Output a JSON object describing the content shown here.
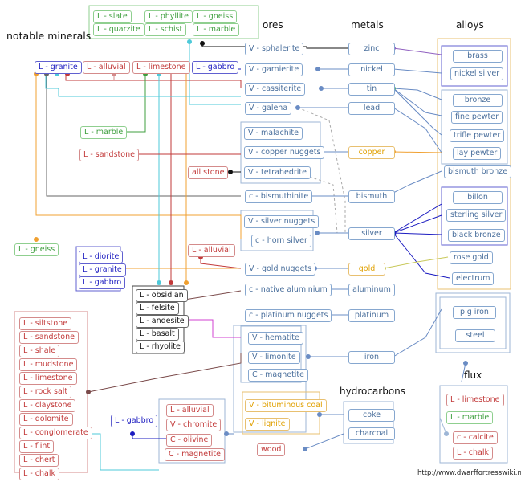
{
  "headings": {
    "notable_minerals": "notable minerals",
    "ores": "ores",
    "metals": "metals",
    "alloys": "alloys",
    "hydrocarbons": "hydrocarbons",
    "flux": "flux"
  },
  "source_url": "http://www.dwarffortresswiki.net",
  "nodes": {
    "slate": "L - slate",
    "quarzite": "L - quarzite",
    "phyllite": "L - phyllite",
    "schist": "L - schist",
    "gneiss_top": "L - gneiss",
    "marble_top": "L - marble",
    "granite": "L - granite",
    "alluvial_top": "L - alluvial",
    "limestone_top": "L - limestone",
    "gabbro_top": "L - gabbro",
    "marble_mid": "L - marble",
    "sandstone_mid": "L - sandstone",
    "all_stone": "all stone",
    "gneiss_left": "L - gneiss",
    "diorite": "L - diorite",
    "granite_box": "L - granite",
    "gabbro_box": "L - gabbro",
    "alluvial_mid": "L - alluvial",
    "obsidian": "L - obsidian",
    "felsite": "L - felsite",
    "andesite": "L - andesite",
    "basalt": "L - basalt",
    "rhyolite": "L - rhyolite",
    "siltstone": "L - siltstone",
    "sandstone_low": "L - sandstone",
    "shale": "L - shale",
    "mudstone": "L - mudstone",
    "limestone_low": "L - limestone",
    "rock_salt": "L - rock salt",
    "claystone": "L - claystone",
    "dolomite": "L - dolomite",
    "conglomerate": "L - conglomerate",
    "flint": "L - flint",
    "chert": "L - chert",
    "chalk_left": "L - chalk",
    "gabbro_low": "L - gabbro",
    "alluvial_low": "L - alluvial",
    "sphalerite": "V - sphalerite",
    "garnierite": "V - garnierite",
    "cassiterite": "V - cassiterite",
    "galena": "V - galena",
    "malachite": "V - malachite",
    "copper_nuggets": "V - copper nuggets",
    "tetrahedrite": "V - tetrahedrite",
    "bismuthinite": "c - bismuthinite",
    "silver_nuggets": "V - silver nuggets",
    "horn_silver": "c - horn silver",
    "gold_nuggets": "V - gold nuggets",
    "native_aluminium": "c - native aluminium",
    "platinum_nuggets": "c - platinum nuggets",
    "hematite": "V - hematite",
    "limonite": "V - limonite",
    "magnetite_mid": "C - magnetite",
    "bituminous_coal": "V - bituminous coal",
    "lignite": "V - lignite",
    "chromite": "V - chromite",
    "olivine": "C - olivine",
    "magnetite_low": "C - magnetite",
    "wood": "wood",
    "zinc": "zinc",
    "nickel": "nickel",
    "tin": "tin",
    "lead": "lead",
    "copper": "copper",
    "bismuth": "bismuth",
    "silver": "silver",
    "gold": "gold",
    "aluminum": "aluminum",
    "platinum": "platinum",
    "iron": "iron",
    "coke": "coke",
    "charcoal": "charcoal",
    "brass": "brass",
    "nickel_silver": "nickel silver",
    "bronze": "bronze",
    "fine_pewter": "fine pewter",
    "trifle_pewter": "trifle pewter",
    "lay_pewter": "lay pewter",
    "bismuth_bronze": "bismuth bronze",
    "billon": "billon",
    "sterling_silver": "sterling silver",
    "black_bronze": "black bronze",
    "rose_gold": "rose gold",
    "electrum": "electrum",
    "pig_iron": "pig iron",
    "steel": "steel",
    "limestone_flux": "L - limestone",
    "marble_flux": "L - marble",
    "calcite": "c - calcite",
    "chalk_flux": "L - chalk"
  }
}
